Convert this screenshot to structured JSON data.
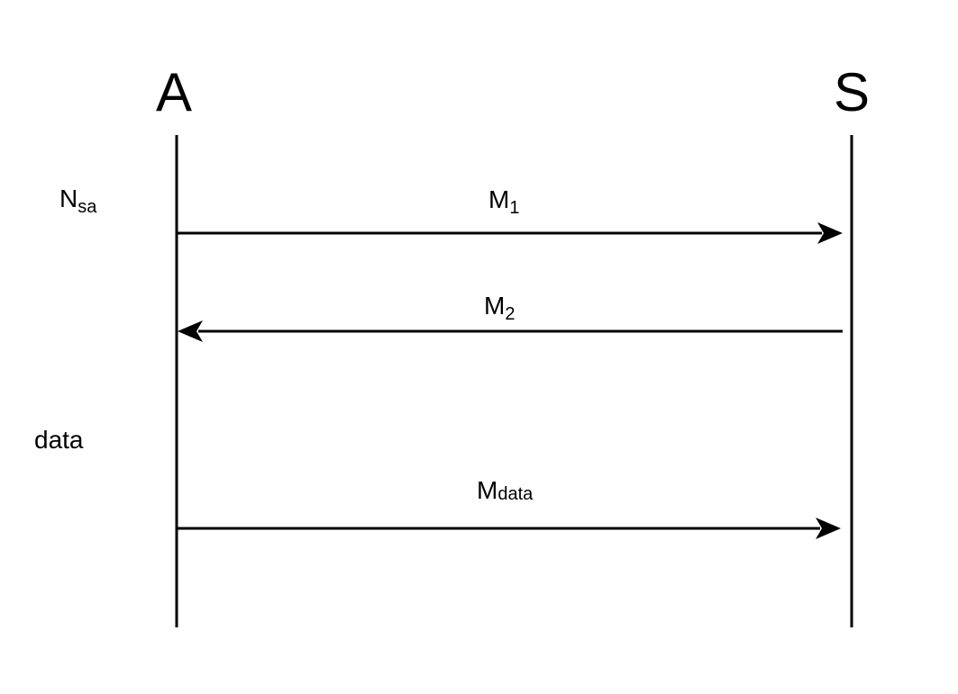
{
  "actors": {
    "left": "A",
    "right": "S"
  },
  "notes": {
    "nsa": {
      "base": "N",
      "sub": "sa"
    },
    "data": "data"
  },
  "messages": [
    {
      "base": "M",
      "sub": "1",
      "direction": "A→S"
    },
    {
      "base": "M",
      "sub": "2",
      "direction": "S→A"
    },
    {
      "base": "M",
      "sub": "data",
      "direction": "A→S"
    }
  ],
  "colors": {
    "line": "#000000",
    "background": "#ffffff"
  }
}
